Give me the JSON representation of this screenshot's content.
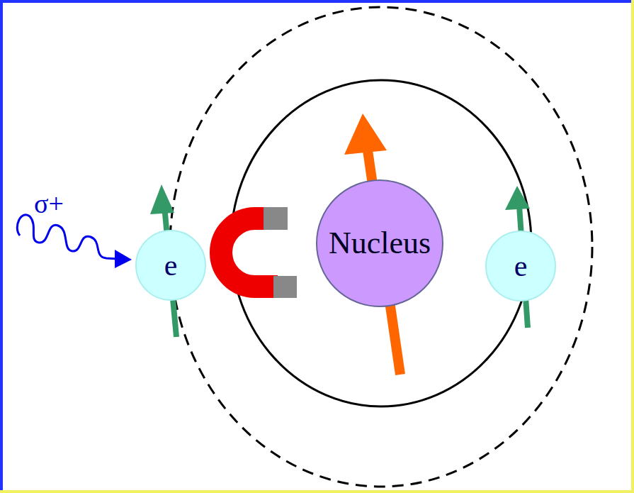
{
  "diagram": {
    "nodes": [
      {
        "text": [
          "e"
        ]
      },
      {
        "text": [
          "Nucleus"
        ]
      },
      {
        "text": [
          "e"
        ]
      }
    ],
    "labels": [
      "σ+"
    ]
  }
}
